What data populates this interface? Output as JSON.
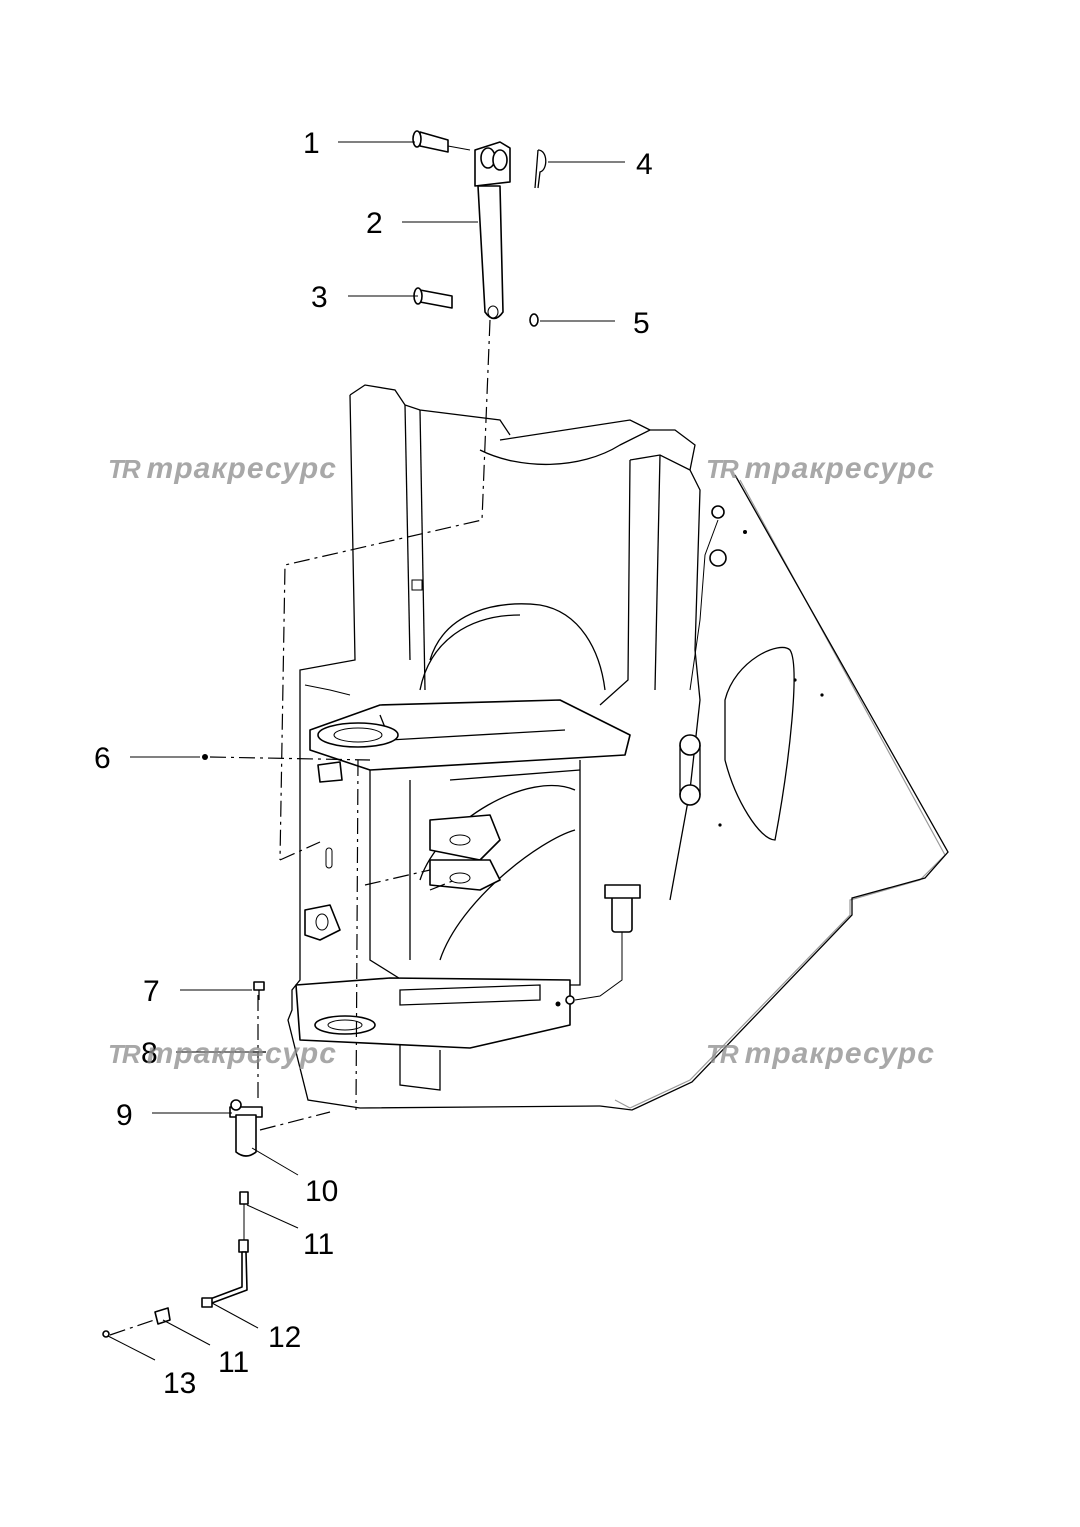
{
  "watermark": {
    "logo": "TR",
    "text": "тракресурс"
  },
  "callouts": {
    "c1": "1",
    "c2": "2",
    "c3": "3",
    "c4": "4",
    "c5": "5",
    "c6": "6",
    "c7": "7",
    "c8": "8",
    "c9": "9",
    "c10": "10",
    "c11a": "11",
    "c12": "12",
    "c11b": "11",
    "c13": "13"
  }
}
